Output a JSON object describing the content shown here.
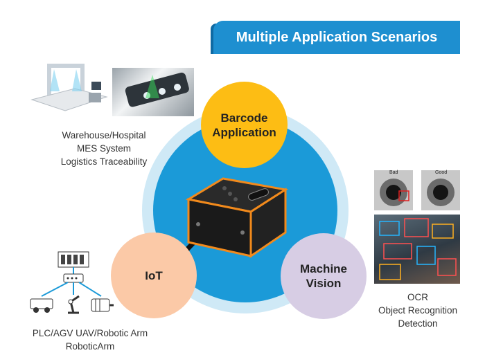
{
  "banner": {
    "title": "Multiple Application Scenarios"
  },
  "bubbles": {
    "barcode": [
      "Barcode",
      "Application"
    ],
    "iot": "IoT",
    "machine_vision": [
      "Machine",
      "Vision"
    ]
  },
  "captions": {
    "warehouse": [
      "Warehouse/Hospital",
      "MES System",
      "Logistics Traceability"
    ],
    "plc": [
      "PLC/AGV UAV/Robotic Arm",
      "RoboticArm"
    ],
    "ocr": [
      "OCR",
      "Object Recognition",
      "Detection"
    ]
  },
  "inspection_labels": {
    "bad": "Bad",
    "good": "Good"
  },
  "colors": {
    "banner": "#1e8fd0",
    "barcode_bubble": "#fdbd14",
    "iot_bubble": "#fbc9a7",
    "vision_bubble": "#d7cde4",
    "core_circle": "#1b9ad8"
  }
}
